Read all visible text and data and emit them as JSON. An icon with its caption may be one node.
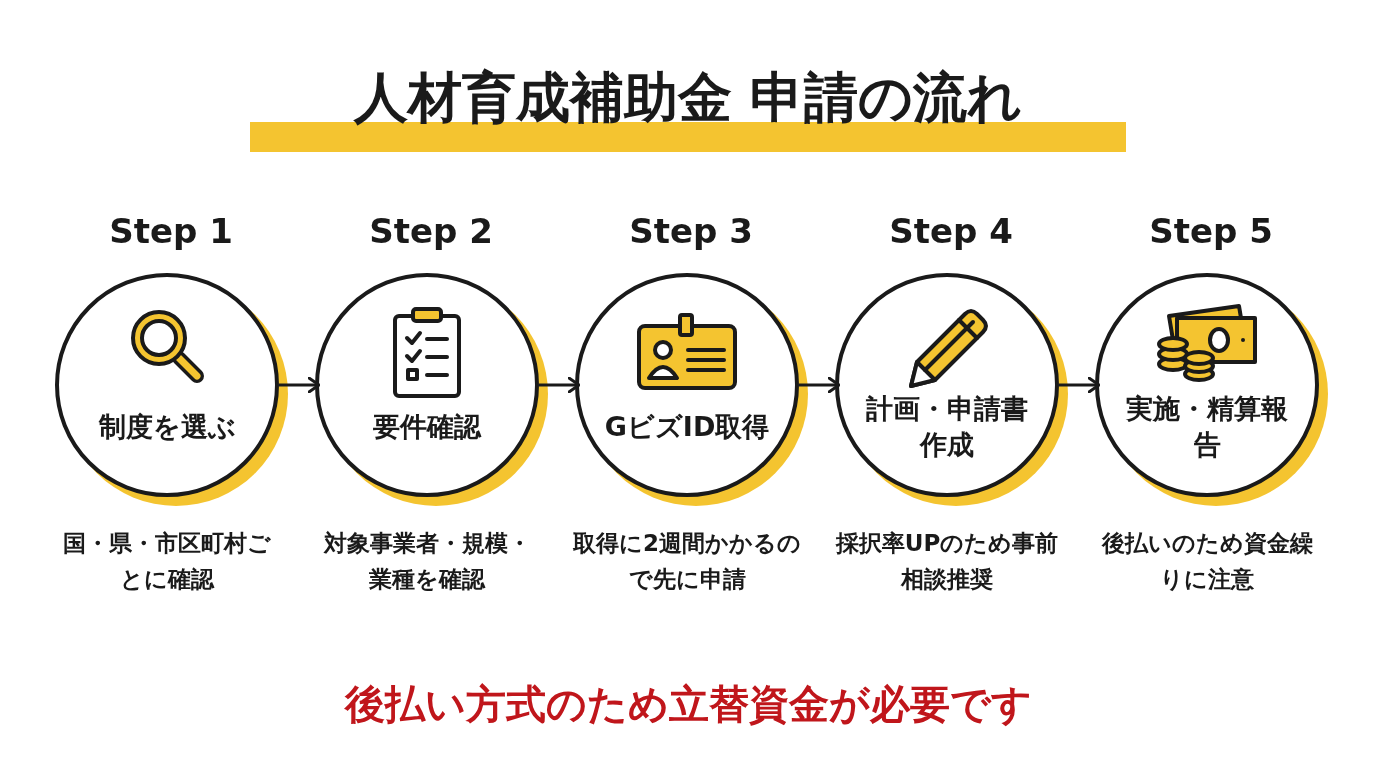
{
  "diagram": {
    "title": "人材育成補助金 申請の流れ",
    "nodes": [
      {
        "text": [
          "Step 1",
          "制度を選ぶ"
        ],
        "beside": [
          "国・県・市区町村ごとに確認"
        ]
      },
      {
        "text": [
          "Step 2",
          "要件確認"
        ],
        "beside": [
          "対象事業者・規模・業種を確認"
        ]
      },
      {
        "text": [
          "Step 3",
          "GビズID取得"
        ],
        "beside": [
          "取得に2週間かかるので先に申請"
        ]
      },
      {
        "text": [
          "Step 4",
          "計画・申請書作成"
        ],
        "beside": [
          "採択率UPのため事前相談推奨"
        ]
      },
      {
        "text": [
          "Step 5",
          "実施・精算報告"
        ],
        "beside": [
          "後払いのため資金繰りに注意"
        ]
      }
    ],
    "edges": [
      {
        "from": 0,
        "to": 1,
        "arrow": "to"
      },
      {
        "from": 1,
        "to": 2,
        "arrow": "to"
      },
      {
        "from": 2,
        "to": 3,
        "arrow": "to"
      },
      {
        "from": 3,
        "to": 4,
        "arrow": "to"
      }
    ],
    "caption": "後払い方式のため立替資金が必要です"
  }
}
